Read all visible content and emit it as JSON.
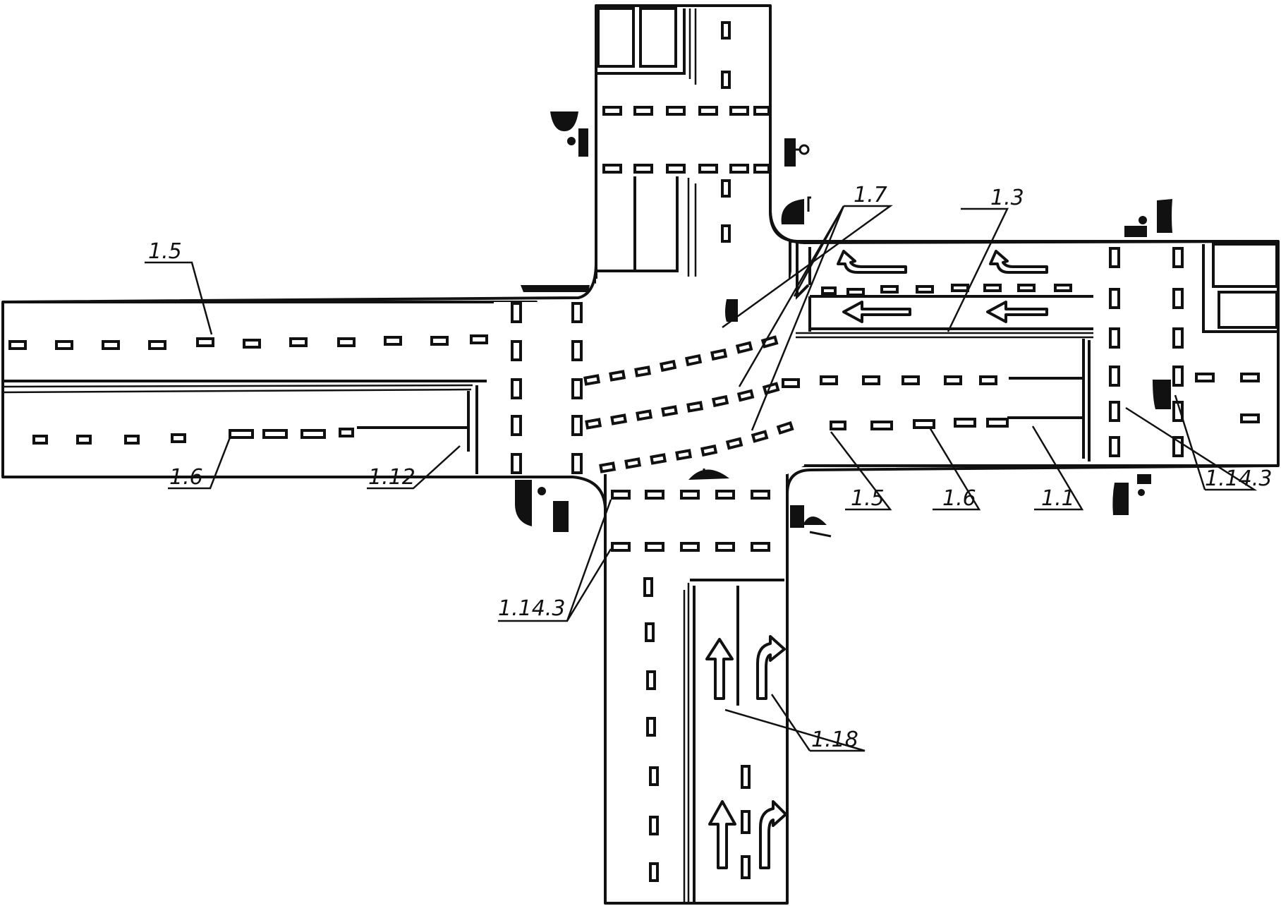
{
  "colors": {
    "ink": "#111111",
    "paper": "#ffffff"
  },
  "labels": {
    "l_1_5_top": "1.5",
    "l_1_6_left": "1.6",
    "l_1_12": "1.12",
    "l_1_7": "1.7",
    "l_1_3": "1.3",
    "l_1_5_right": "1.5",
    "l_1_6_right": "1.6",
    "l_1_1": "1.1",
    "l_1_14_3_right": "1.14.3",
    "l_1_14_3_bottom": "1.14.3",
    "l_1_18": "1.18"
  },
  "icons": [
    "traffic-light-icon",
    "arrow-straight-icon",
    "arrow-straight-right-icon",
    "arrow-left-icon",
    "arrow-left-turn-icon"
  ]
}
